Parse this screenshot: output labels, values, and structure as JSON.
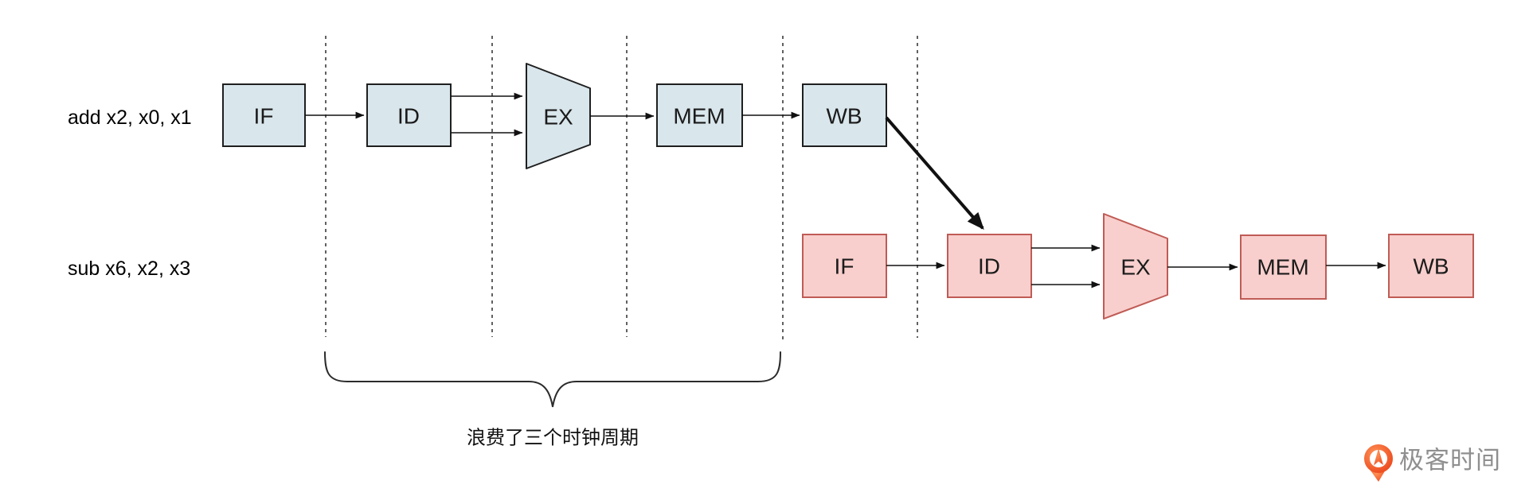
{
  "diagram": {
    "rows": [
      {
        "instruction": "add x2, x0, x1",
        "stages": [
          "IF",
          "ID",
          "EX",
          "MEM",
          "WB"
        ],
        "box_fill": "#d9e6ec",
        "box_stroke": "#1f1f1f"
      },
      {
        "instruction": "sub x6, x2, x3",
        "stages": [
          "IF",
          "ID",
          "EX",
          "MEM",
          "WB"
        ],
        "box_fill": "#f8cfcd",
        "box_stroke": "#c05b55"
      }
    ],
    "annotation_label": "浪费了三个时钟周期",
    "arrow_color": "#111111",
    "divider_color": "#3a3a3a",
    "brace_color": "#2b2b2b"
  },
  "logo": {
    "text": "极客时间",
    "icon_color_main": "#ee5023",
    "icon_color_light": "#ff9357",
    "text_color": "#8f8f8f"
  }
}
